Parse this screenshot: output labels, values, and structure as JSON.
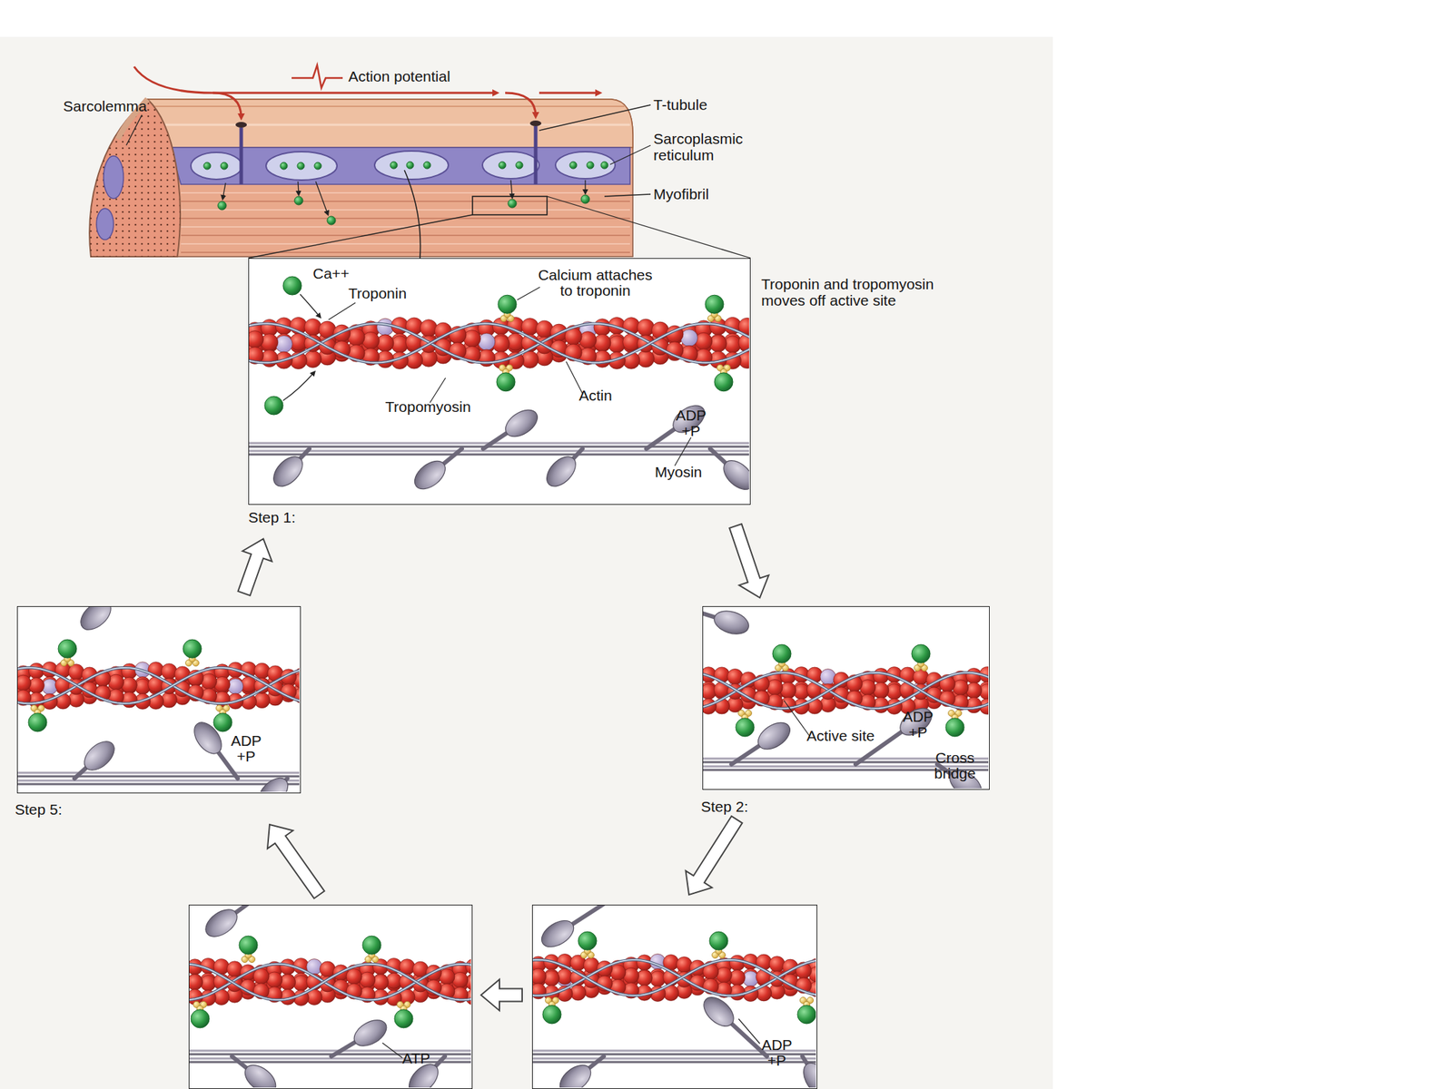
{
  "diagram": {
    "nodes": [
      {
        "text": [
          "Step 1:",
          "Ca++",
          "Troponin",
          "Calcium attaches to troponin",
          "Tropomyosin",
          "Actin",
          "ADP +P",
          "Myosin"
        ]
      },
      {
        "text": [
          "Step 2:",
          "Active site",
          "ADP +P",
          "Cross bridge"
        ]
      },
      {
        "text": [
          "ADP +P"
        ]
      },
      {
        "text": [
          "ATP"
        ]
      },
      {
        "text": [
          "Step 5:",
          "ADP +P"
        ]
      }
    ],
    "edges": [
      {
        "from": 0,
        "to": 1,
        "arrow": "to"
      },
      {
        "from": 1,
        "to": 2,
        "arrow": "to"
      },
      {
        "from": 2,
        "to": 3,
        "arrow": "to"
      },
      {
        "from": 3,
        "to": 4,
        "arrow": "to"
      },
      {
        "from": 4,
        "to": 0,
        "arrow": "to"
      }
    ],
    "labels": [
      "Action potential",
      "Sarcolemma",
      "T-tubule",
      "Sarcoplasmic reticulum",
      "Myofibril",
      "Troponin and tropomyosin moves off active site"
    ]
  }
}
